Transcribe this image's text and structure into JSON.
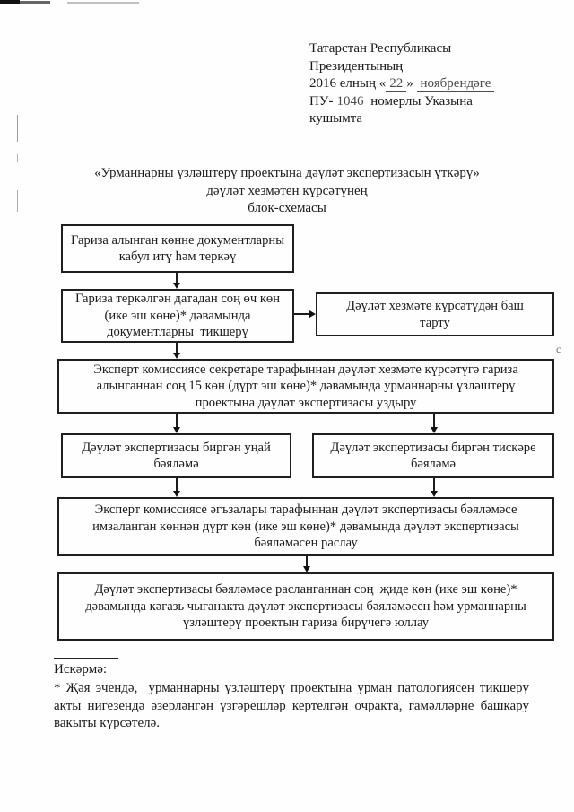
{
  "doc": {
    "header": {
      "line1": "Татарстан Республикасы",
      "line2": "Президентының",
      "line3_prefix": "2016 елның «",
      "line3_day": "22",
      "line3_close": "»",
      "line3_month": "ноябрендәге",
      "line4_prefix": "ПУ-",
      "line4_number": "1046",
      "line4_suffix": " номерлы Указына",
      "line5": "кушымта"
    },
    "title": {
      "line1": "«Урманнарны үзләштерү проектына дәүләт экспертизасын үткәрү»",
      "line2": "дәүләт хезмәтен күрсәтүнең",
      "line3": "блок-схемасы"
    },
    "flowchart": {
      "box_receive": "Гариза алынган көнне документларны\nкабул итү һәм теркәү",
      "box_check": "Гариза теркәлгән датадан соң өч көн\n(ике эш көне)* дәвамында\nдокументларны  тикшерү",
      "box_refuse": "Дәүләт хезмәте күрсәтүдән баш\nтарту",
      "box_expertise": "Эксперт комиссиясе секретаре тарафыннан дәүләт хезмәте күрсәтүгә гариза\nалынганнан соң 15 көн (дүрт эш көне)* дәвамында урманнарны үзләштерү\nпроектына дәүләт экспертизасы уздыру",
      "box_positive": "Дәүләт экспертизасы биргән уңай\nбәяләмә",
      "box_negative": "Дәүләт экспертизасы биргән тискәре\nбәяләмә",
      "box_approve": "Эксперт комиссиясе әгъзалары тарафыннан дәүләт экспертизасы бәяләмәсе\nимзаланган көннән дүрт көн (ике эш көне)* дәвамында дәүләт экспертизасы\nбәяләмәсен раслау",
      "box_send": "Дәүләт экспертизасы бәяләмәсе расланганнан соң  җиде көн (ике эш көне)*\nдәвамында кәгазь чыганакта дәүләт экспертизасы бәяләмәсен һәм урманнарны\nүзләштерү проектын гариза бирүчегә юллау"
    },
    "footnote": {
      "label": "Искәрмә:",
      "text": "* Җәя эчендә,  урманнарны үзләштерү проектына урман патологиясен тикшерү акты нигезендә әзерләнгән үзгәрешләр кертелгән очракта, гамәлләрне башкару вакыты күрсәтелә."
    },
    "artifacts": {
      "right_edge_mark": "c"
    },
    "colors": {
      "ink": "#1a1a1a",
      "paper": "#fefefe",
      "filled_value": "#4a4a4a"
    }
  }
}
